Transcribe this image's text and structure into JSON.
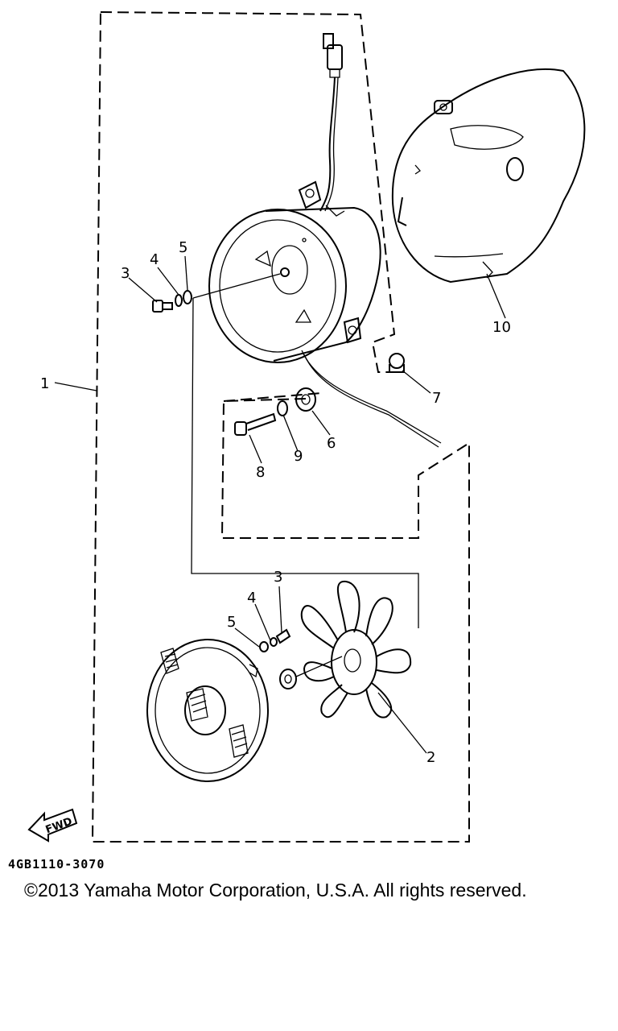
{
  "diagram": {
    "callouts": {
      "c1": "1",
      "c2": "2",
      "c3a": "3",
      "c3b": "3",
      "c4a": "4",
      "c4b": "4",
      "c5a": "5",
      "c5b": "5",
      "c6": "6",
      "c7": "7",
      "c8": "8",
      "c9": "9",
      "c10": "10"
    },
    "fwd_label": "FWD",
    "part_code": "4GB1110-3070"
  },
  "footer": {
    "copyright": "©2013 Yamaha Motor Corporation, U.S.A. All rights reserved."
  }
}
